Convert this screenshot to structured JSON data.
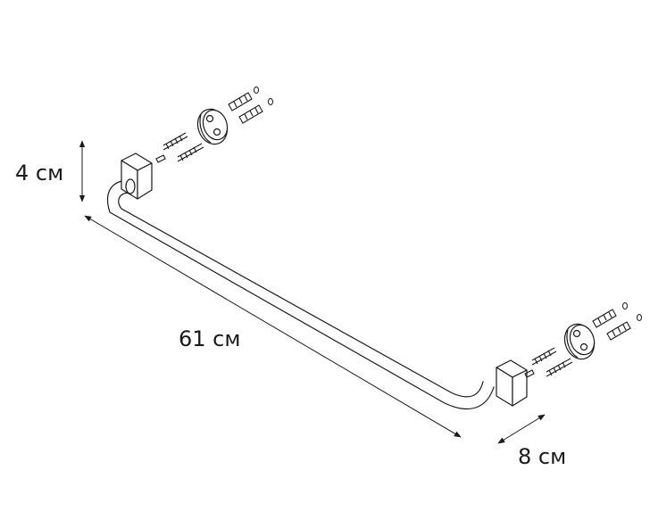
{
  "dimensions": {
    "height": "4 см",
    "length": "61 см",
    "depth": "8 см"
  },
  "colors": {
    "line": "#1a1a1a",
    "background": "#ffffff"
  },
  "parts": [
    "towel-bar",
    "wall-bracket",
    "mounting-plate",
    "screw",
    "wall-plug",
    "cover-cap"
  ]
}
